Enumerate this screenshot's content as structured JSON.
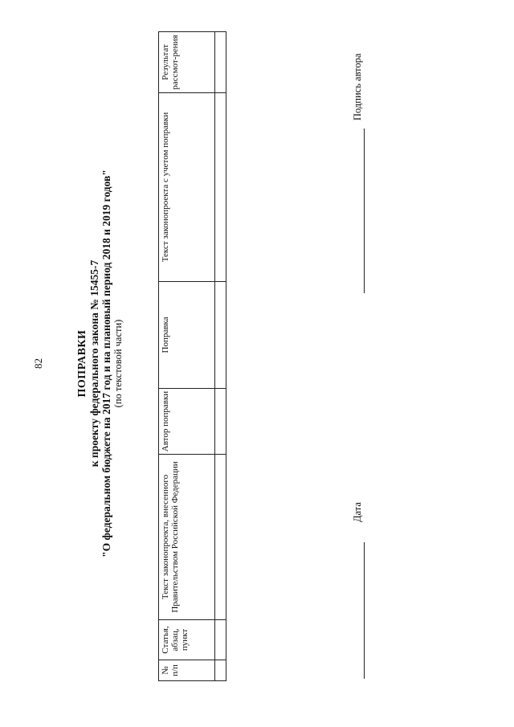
{
  "page_number": "82",
  "heading": {
    "title": "ПОПРАВКИ",
    "subtitle": "к проекту федерального закона № 15455-7",
    "law_name": "\"О федеральном бюджете на 2017 год и на плановый период 2018 и 2019 годов\"",
    "note": "(по текстовой части)"
  },
  "table": {
    "columns": [
      "№ п/п",
      "Статья, абзац, пункт",
      "Текст законопроекта, внесенного Правительством Российской Федерации",
      "Автор поправки",
      "Поправка",
      "Текст законопроекта с учетом поправки",
      "Результат рассмот-рения"
    ]
  },
  "signatures": {
    "date_label": "Дата",
    "author_label": "Подпись автора"
  }
}
